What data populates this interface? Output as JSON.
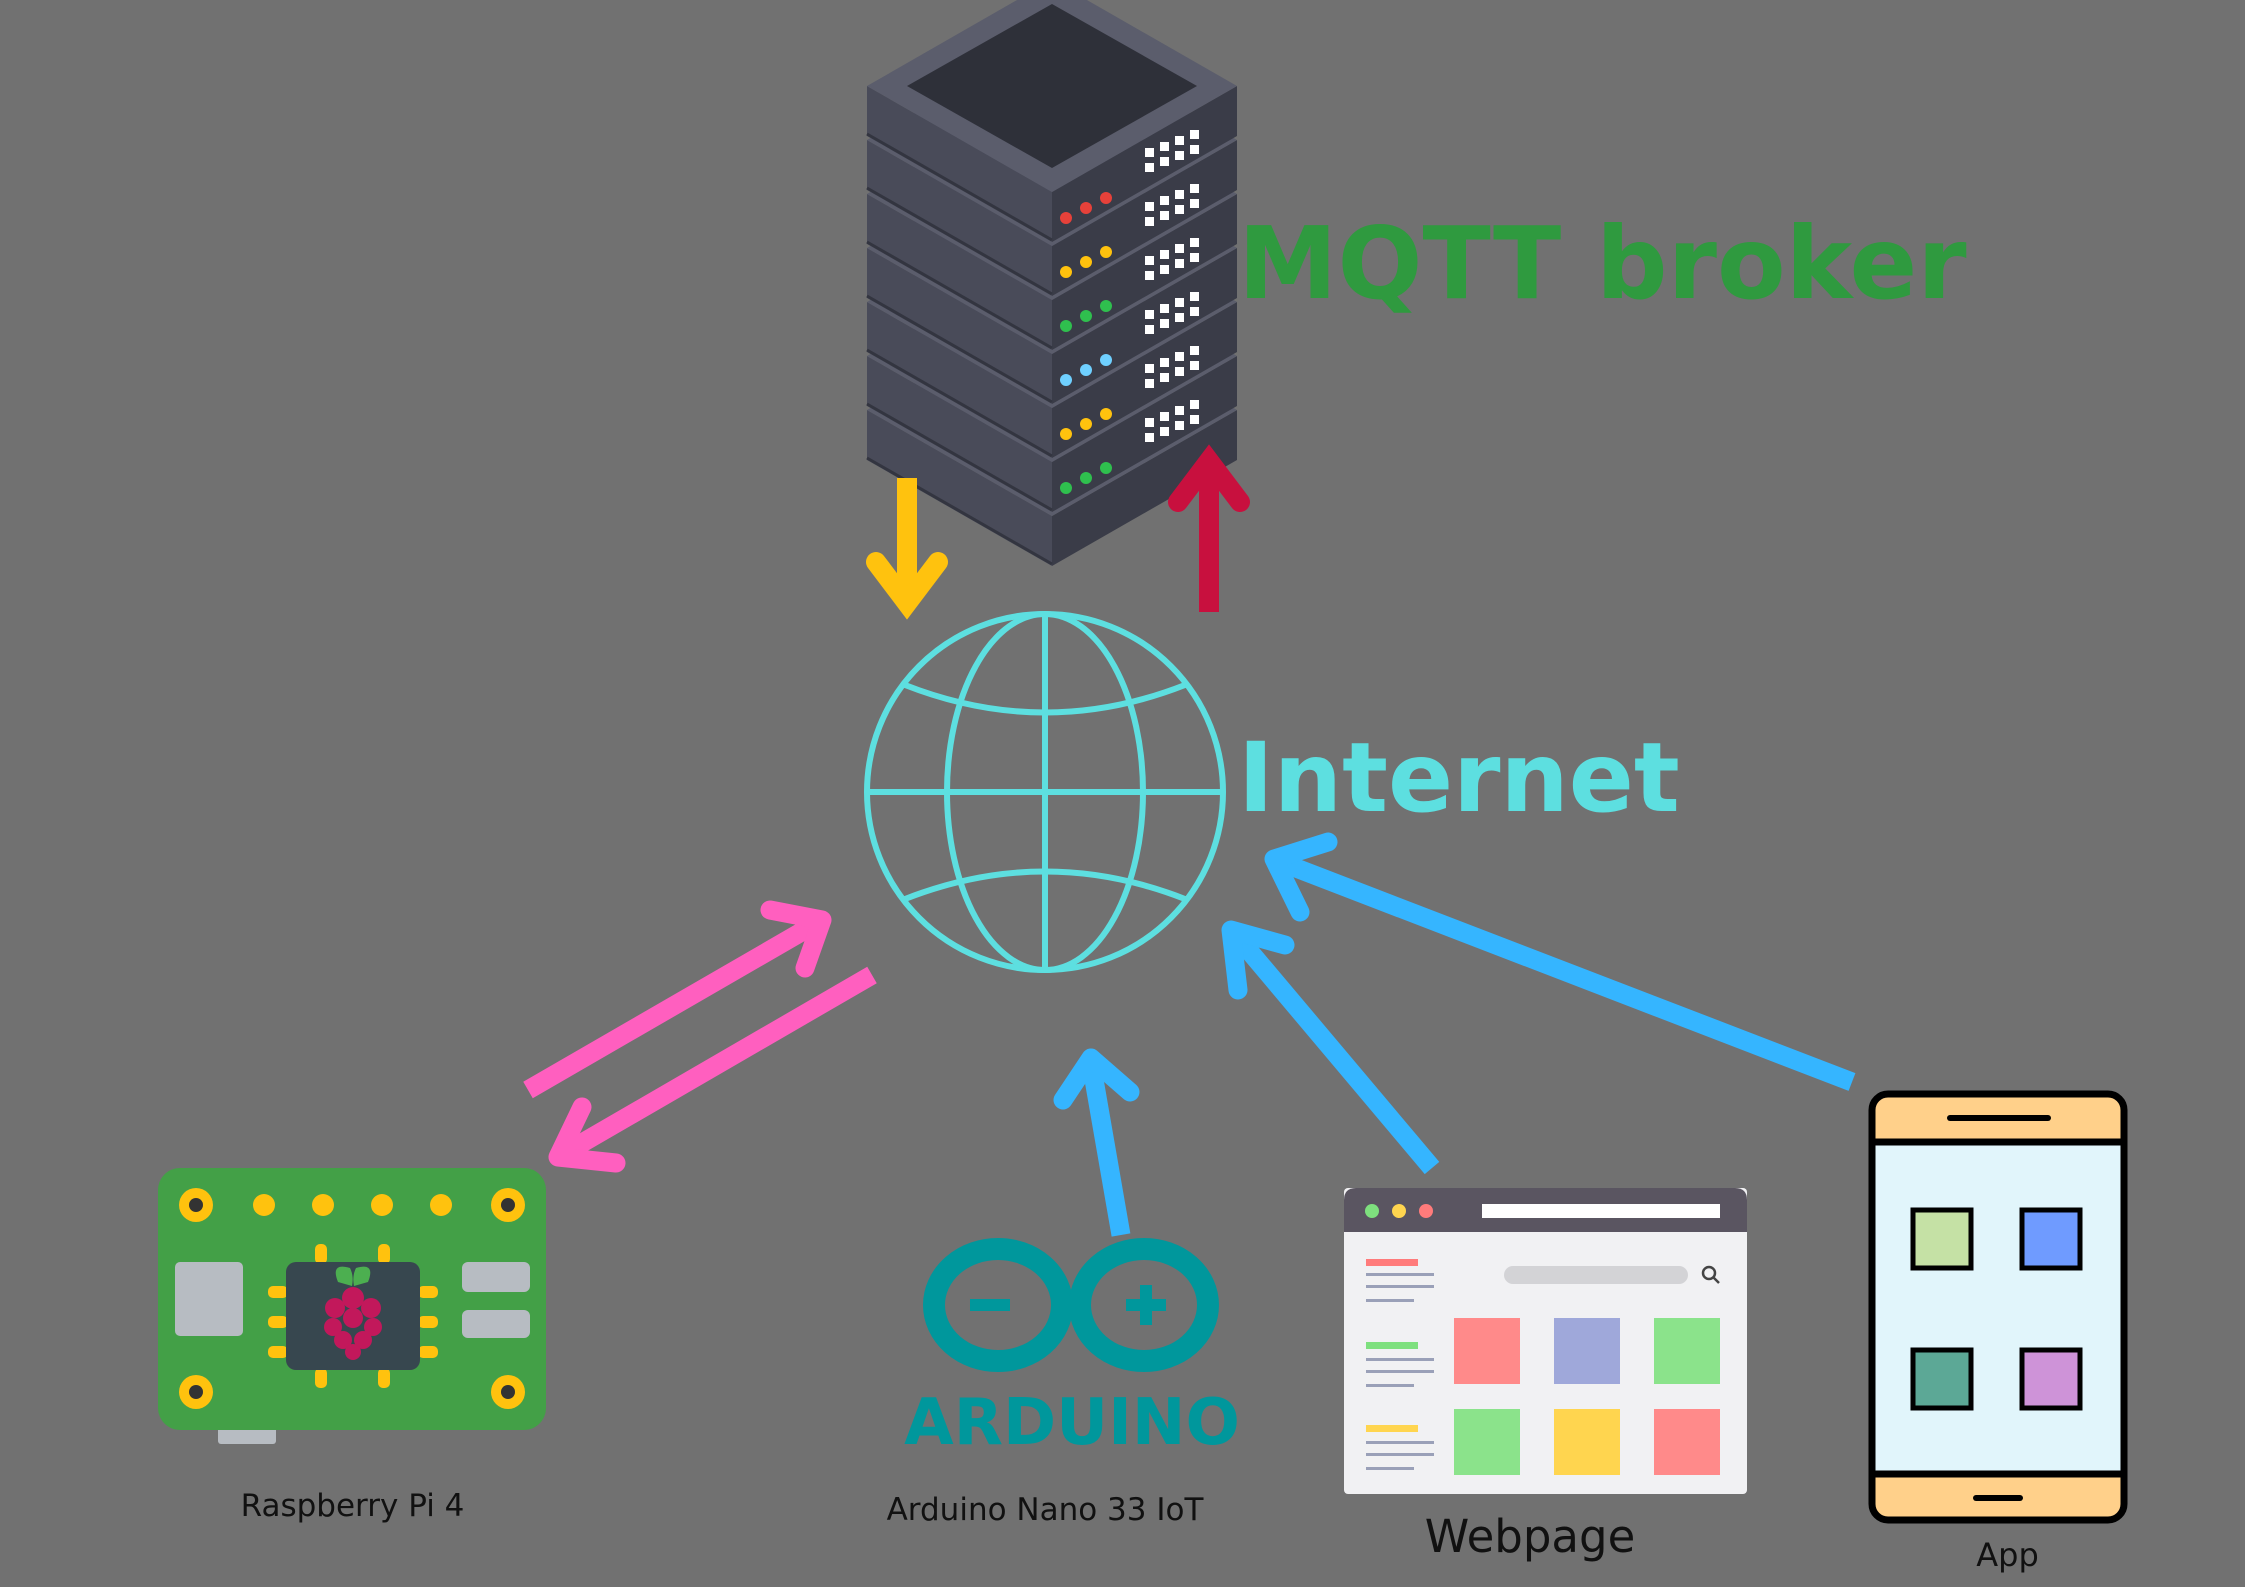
{
  "nodes": {
    "broker": {
      "label": "MQTT broker",
      "color": "#2f9a3f"
    },
    "internet": {
      "label": "Internet",
      "color": "#5ddfe0"
    },
    "raspberry_pi": {
      "label": "Raspberry Pi 4"
    },
    "arduino": {
      "label": "Arduino Nano 33 IoT",
      "logo_text": "ARDUINO"
    },
    "webpage": {
      "label": "Webpage"
    },
    "app": {
      "label": "App"
    }
  },
  "icons": {
    "broker": "server-rack-icon",
    "internet": "globe-icon",
    "raspberry_pi": "raspberry-pi-board-icon",
    "arduino": "arduino-logo-icon",
    "webpage": "browser-window-icon",
    "app": "smartphone-icon"
  },
  "connections": [
    {
      "from": "broker",
      "to": "internet",
      "color": "#ffc20e"
    },
    {
      "from": "internet",
      "to": "broker",
      "color": "#c8103e"
    },
    {
      "from": "raspberry_pi",
      "to": "internet",
      "color": "#ff5fbf"
    },
    {
      "from": "internet",
      "to": "raspberry_pi",
      "color": "#ff5fbf"
    },
    {
      "from": "arduino",
      "to": "internet",
      "color": "#35b5ff"
    },
    {
      "from": "webpage",
      "to": "internet",
      "color": "#35b5ff"
    },
    {
      "from": "app",
      "to": "internet",
      "color": "#35b5ff"
    }
  ],
  "colors": {
    "background": "#717171"
  }
}
